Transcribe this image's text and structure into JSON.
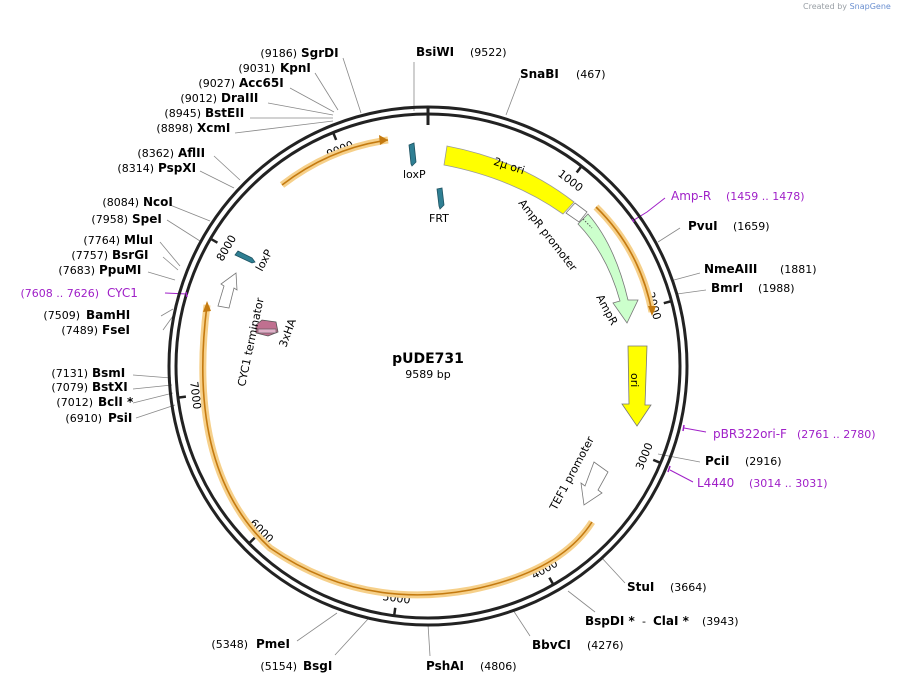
{
  "credit": {
    "prefix": "Created by",
    "brand": "SnapGene"
  },
  "plasmid": {
    "name": "pUDE731",
    "length_label": "9589 bp",
    "length": 9589
  },
  "enzymes": [
    {
      "name": "SgrDI",
      "pos": "(9186)"
    },
    {
      "name": "KpnI",
      "pos": "(9031)"
    },
    {
      "name": "Acc65I",
      "pos": "(9027)"
    },
    {
      "name": "DraIII",
      "pos": "(9012)"
    },
    {
      "name": "BstEII",
      "pos": "(8945)"
    },
    {
      "name": "XcmI",
      "pos": "(8898)"
    },
    {
      "name": "AflII",
      "pos": "(8362)"
    },
    {
      "name": "PspXI",
      "pos": "(8314)"
    },
    {
      "name": "NcoI",
      "pos": "(8084)"
    },
    {
      "name": "SpeI",
      "pos": "(7958)"
    },
    {
      "name": "MluI",
      "pos": "(7764)"
    },
    {
      "name": "BsrGI",
      "pos": "(7757)"
    },
    {
      "name": "PpuMI",
      "pos": "(7683)"
    },
    {
      "name": "BamHI",
      "pos": "(7509)"
    },
    {
      "name": "FseI",
      "pos": "(7489)"
    },
    {
      "name": "BsmI",
      "pos": "(7131)"
    },
    {
      "name": "BstXI",
      "pos": "(7079)"
    },
    {
      "name": "BclI *",
      "pos": "(7012)"
    },
    {
      "name": "PsiI",
      "pos": "(6910)"
    },
    {
      "name": "BsiWI",
      "pos": "(9522)"
    },
    {
      "name": "SnaBI",
      "pos": "(467)"
    },
    {
      "name": "PvuI",
      "pos": "(1659)"
    },
    {
      "name": "NmeAIII",
      "pos": "(1881)"
    },
    {
      "name": "BmrI",
      "pos": "(1988)"
    },
    {
      "name": "PciI",
      "pos": "(2916)"
    },
    {
      "name": "StuI",
      "pos": "(3664)"
    },
    {
      "name": "BspDI *",
      "pos": "(3943)"
    },
    {
      "name": "ClaI *",
      "pos": ""
    },
    {
      "name": "BbvCI",
      "pos": "(4276)"
    },
    {
      "name": "PshAI",
      "pos": "(4806)"
    },
    {
      "name": "BsgI",
      "pos": "(5154)"
    },
    {
      "name": "PmeI",
      "pos": "(5348)"
    }
  ],
  "enzyme_separator": "-",
  "primers": [
    {
      "name": "Amp-R",
      "range": "(1459 .. 1478)"
    },
    {
      "name": "pBR322ori-F",
      "range": "(2761 .. 2780)"
    },
    {
      "name": "L4440",
      "range": "(3014 .. 3031)"
    },
    {
      "name": "CYC1",
      "range": "(7608 .. 7626)"
    }
  ],
  "features": [
    {
      "name": "2μ ori"
    },
    {
      "name": "AmpR promoter"
    },
    {
      "name": "AmpR"
    },
    {
      "name": "ori"
    },
    {
      "name": "TEF1 promoter"
    },
    {
      "name": "CYC1 terminator"
    },
    {
      "name": "3xHA"
    },
    {
      "name": "loxP",
      "copy": "top"
    },
    {
      "name": "FRT"
    },
    {
      "name": "loxP",
      "copy": "left"
    }
  ],
  "ticks": [
    "1000",
    "2000",
    "3000",
    "4000",
    "5000",
    "6000",
    "7000",
    "8000",
    "9000"
  ],
  "colors": {
    "backbone": "#222222",
    "orf": "#f0a030",
    "ori": "#ffff00",
    "ampr": "#ccffcc",
    "primer": "#a020c8",
    "lox": "#2f7f93",
    "ha": "#c07090"
  }
}
